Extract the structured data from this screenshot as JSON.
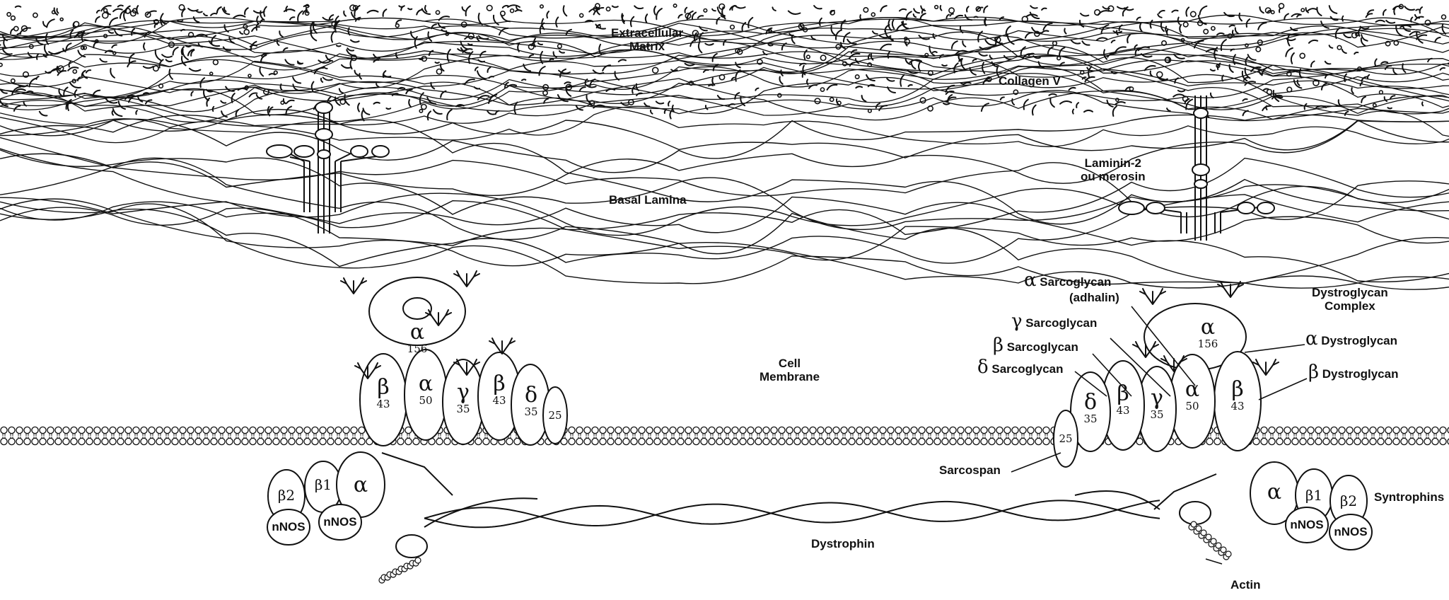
{
  "labels": {
    "extracellular_matrix": "Extracellular\nMatrix",
    "collagen_v": "Collagen V",
    "laminin": "Laminin-2\nou merosin",
    "basal_lamina": "Basal Lamina",
    "cell_membrane": "Cell\nMembrane",
    "dystroglycan_complex": "Dystroglycan\nComplex",
    "alpha_dystroglycan": "Dystroglycan",
    "beta_dystroglycan": "Dystroglycan",
    "alpha_sarcoglycan": "Sarcoglycan",
    "adhalin": "(adhalin)",
    "gamma_sarcoglycan": "Sarcoglycan",
    "beta_sarcoglycan": "Sarcoglycan",
    "delta_sarcoglycan": "Sarcoglycan",
    "sarcospan": "Sarcospan",
    "syntrophins": "Syntrophins",
    "dystrophin": "Dystrophin",
    "actin": "Actin"
  },
  "greek": {
    "alpha": "α",
    "beta": "β",
    "gamma": "γ",
    "delta": "δ"
  },
  "left_complex": {
    "alpha_dg": {
      "g": "α",
      "n": "156"
    },
    "proteins": [
      {
        "g": "β",
        "n": "43"
      },
      {
        "g": "α",
        "n": "50"
      },
      {
        "g": "γ",
        "n": "35"
      },
      {
        "g": "β",
        "n": "43"
      },
      {
        "g": "δ",
        "n": "35"
      },
      {
        "g": "",
        "n": "25"
      }
    ],
    "syntrophins": [
      "β2",
      "β1",
      "α"
    ],
    "nnos": [
      "nNOS",
      "nNOS"
    ]
  },
  "right_complex": {
    "alpha_dg": {
      "g": "α",
      "n": "156"
    },
    "proteins": [
      {
        "g": "",
        "n": "25"
      },
      {
        "g": "δ",
        "n": "35"
      },
      {
        "g": "β",
        "n": "43"
      },
      {
        "g": "γ",
        "n": "35"
      },
      {
        "g": "α",
        "n": "50"
      },
      {
        "g": "β",
        "n": "43"
      }
    ],
    "syntrophins": [
      "α",
      "β1",
      "β2"
    ],
    "nnos": [
      "nNOS",
      "nNOS"
    ]
  }
}
